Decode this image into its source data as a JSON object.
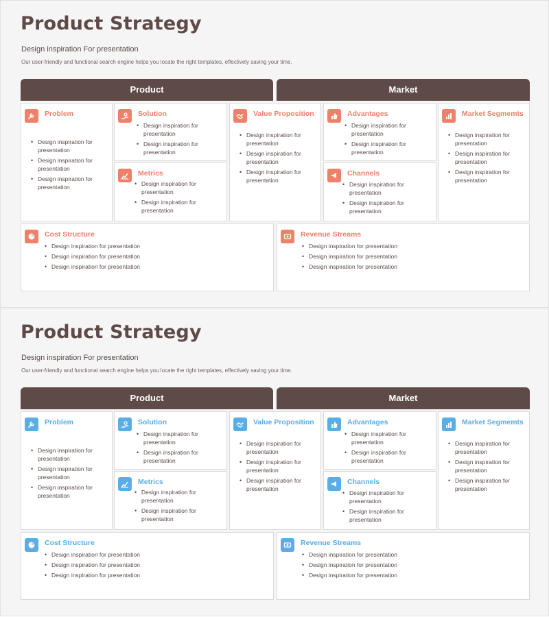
{
  "slides": [
    {
      "theme": "coral",
      "accent_color": "#ef8069",
      "title": "Product Strategy",
      "subtitle": "Design inspiration For presentation",
      "description": "Our user-friendly and functional search engine helps you locate the right templates, effectively saving your time.",
      "headers": {
        "product": "Product",
        "market": "Market"
      },
      "boxes": {
        "problem": {
          "title": "Problem",
          "icon": "wrench-icon",
          "bullets": [
            "Design inspiration for presentation",
            "Design inspiration for presentation",
            "Design inspiration for presentation"
          ]
        },
        "solution": {
          "title": "Solution",
          "icon": "hand-gear-icon",
          "bullets": [
            "Design inspiration for presentation",
            "Design inspiration for presentation"
          ]
        },
        "metrics": {
          "title": "Metrics",
          "icon": "chart-icon",
          "bullets": [
            "Design inspiration for presentation",
            "Design inspiration for presentation"
          ]
        },
        "value": {
          "title": "Value Proposition",
          "icon": "handshake-icon",
          "bullets": [
            "Design inspiration for presentation",
            "Design inspiration for presentation",
            "Design inspiration for presentation"
          ]
        },
        "advantages": {
          "title": "Advantages",
          "icon": "thumbs-up-icon",
          "bullets": [
            "Design inspiration for presentation",
            "Design inspiration for presentation"
          ]
        },
        "channels": {
          "title": "Channels",
          "icon": "megaphone-icon",
          "bullets": [
            "Design inspiration for presentation",
            "Design inspiration for presentation"
          ]
        },
        "segments": {
          "title": "Market Segmemts",
          "icon": "bar-chart-icon",
          "bullets": [
            "Design inspiration for presentation",
            "Design inspiration for presentation",
            "Design inspiration for presentation"
          ]
        },
        "cost": {
          "title": "Cost Structure",
          "icon": "pie-chart-icon",
          "bullets": [
            "Design inspiration for presentation",
            "Design inspiration for presentation",
            "Design inspiration for presentation"
          ]
        },
        "revenue": {
          "title": "Revenue Streams",
          "icon": "money-icon",
          "bullets": [
            "Design inspiration for presentation",
            "Design inspiration for presentation",
            "Design inspiration for presentation"
          ]
        }
      }
    },
    {
      "theme": "blue",
      "accent_color": "#5aaee6",
      "title": "Product Strategy",
      "subtitle": "Design inspiration For presentation",
      "description": "Our user-friendly and functional search engine helps you locate the right templates, effectively saving your time.",
      "headers": {
        "product": "Product",
        "market": "Market"
      },
      "boxes": {
        "problem": {
          "title": "Problem",
          "icon": "wrench-icon",
          "bullets": [
            "Design inspiration for presentation",
            "Design inspiration for presentation",
            "Design inspiration for presentation"
          ]
        },
        "solution": {
          "title": "Solution",
          "icon": "hand-gear-icon",
          "bullets": [
            "Design inspiration for presentation",
            "Design inspiration for presentation"
          ]
        },
        "metrics": {
          "title": "Metrics",
          "icon": "chart-icon",
          "bullets": [
            "Design inspiration for presentation",
            "Design inspiration for presentation"
          ]
        },
        "value": {
          "title": "Value Proposition",
          "icon": "handshake-icon",
          "bullets": [
            "Design inspiration for presentation",
            "Design inspiration for presentation",
            "Design inspiration for presentation"
          ]
        },
        "advantages": {
          "title": "Advantages",
          "icon": "thumbs-up-icon",
          "bullets": [
            "Design inspiration for presentation",
            "Design inspiration for presentation"
          ]
        },
        "channels": {
          "title": "Channels",
          "icon": "megaphone-icon",
          "bullets": [
            "Design inspiration for presentation",
            "Design inspiration for presentation"
          ]
        },
        "segments": {
          "title": "Market Segmemts",
          "icon": "bar-chart-icon",
          "bullets": [
            "Design inspiration for presentation",
            "Design inspiration for presentation",
            "Design inspiration for presentation"
          ]
        },
        "cost": {
          "title": "Cost Structure",
          "icon": "pie-chart-icon",
          "bullets": [
            "Design inspiration for presentation",
            "Design inspiration for presentation",
            "Design inspiration for presentation"
          ]
        },
        "revenue": {
          "title": "Revenue Streams",
          "icon": "money-icon",
          "bullets": [
            "Design inspiration for presentation",
            "Design inspiration for presentation",
            "Design inspiration for presentation"
          ]
        }
      }
    }
  ]
}
